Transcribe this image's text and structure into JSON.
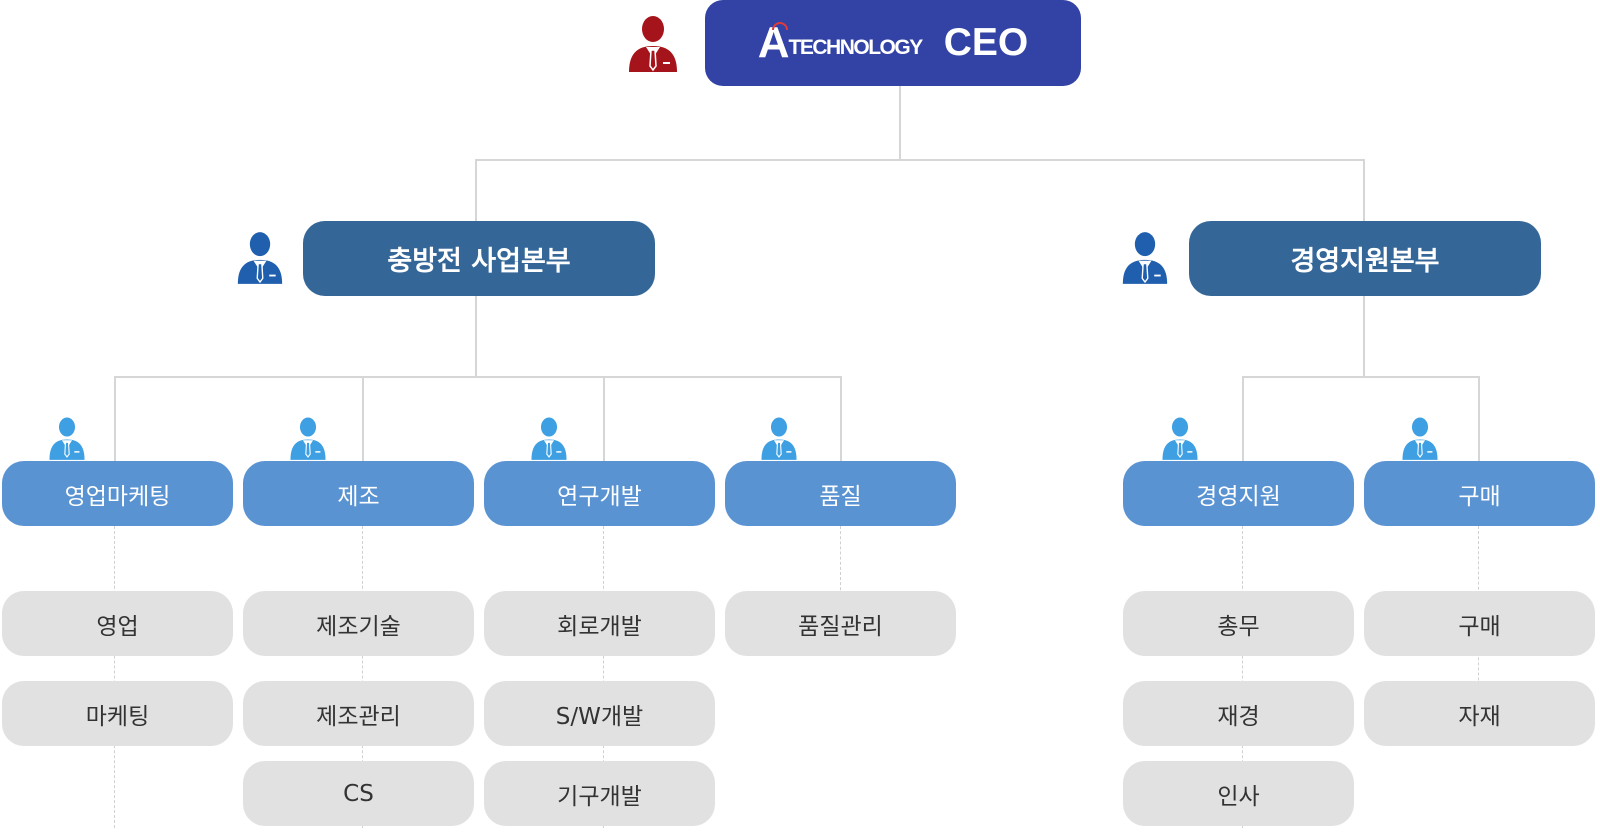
{
  "ceo": {
    "logo_letter": "A",
    "logo_word": "TECHNOLOGY",
    "title": "CEO"
  },
  "divisions": [
    {
      "name": "충방전 사업본부",
      "teams": [
        {
          "name": "영업마케팅",
          "subs": [
            "영업",
            "마케팅"
          ]
        },
        {
          "name": "제조",
          "subs": [
            "제조기술",
            "제조관리",
            "CS"
          ]
        },
        {
          "name": "연구개발",
          "subs": [
            "회로개발",
            "S/W개발",
            "기구개발"
          ]
        },
        {
          "name": "품질",
          "subs": [
            "품질관리"
          ]
        }
      ]
    },
    {
      "name": "경영지원본부",
      "teams": [
        {
          "name": "경영지원",
          "subs": [
            "총무",
            "재경",
            "인사"
          ]
        },
        {
          "name": "구매",
          "subs": [
            "구매",
            "자재"
          ]
        }
      ]
    }
  ],
  "colors": {
    "ceo_box": "#3242a5",
    "ceo_icon": "#a5141a",
    "division_box": "#346698",
    "division_icon": "#1f5fae",
    "team_box": "#5a93d2",
    "team_icon": "#3ea0e2",
    "sub_box": "#e1e1e1",
    "connector": "#d6d6d6"
  },
  "icons": {
    "ceo": "person-icon",
    "division": "person-icon",
    "team": "person-icon"
  }
}
